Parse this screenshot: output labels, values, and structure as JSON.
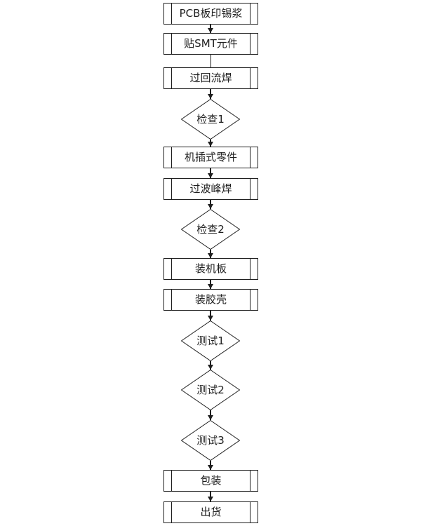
{
  "flowchart": {
    "description": "PCB assembly production process flowchart",
    "colors": {
      "stroke": "#1f1f1f",
      "fill": "#ffffff",
      "background": "#ffffff",
      "text": "#1f1f1f"
    },
    "nodes": [
      {
        "id": "n1",
        "type": "process",
        "label": "PCB板印锡浆"
      },
      {
        "id": "n2",
        "type": "process",
        "label": "贴SMT元件"
      },
      {
        "id": "n3",
        "type": "process",
        "label": "过回流焊"
      },
      {
        "id": "n4",
        "type": "decision",
        "label": "检查1"
      },
      {
        "id": "n5",
        "type": "process",
        "label": "机插式零件"
      },
      {
        "id": "n6",
        "type": "process",
        "label": "过波峰焊"
      },
      {
        "id": "n7",
        "type": "decision",
        "label": "检查2"
      },
      {
        "id": "n8",
        "type": "process",
        "label": "装机板"
      },
      {
        "id": "n9",
        "type": "process",
        "label": "装胶壳"
      },
      {
        "id": "n10",
        "type": "decision",
        "label": "测试1"
      },
      {
        "id": "n11",
        "type": "decision",
        "label": "测试2"
      },
      {
        "id": "n12",
        "type": "decision",
        "label": "测试3"
      },
      {
        "id": "n13",
        "type": "process",
        "label": "包装"
      },
      {
        "id": "n14",
        "type": "process",
        "label": "出货"
      }
    ],
    "edges": [
      {
        "from": "n1",
        "to": "n2",
        "arrowhead": true
      },
      {
        "from": "n2",
        "to": "n3",
        "arrowhead": false
      },
      {
        "from": "n3",
        "to": "n4",
        "arrowhead": true
      },
      {
        "from": "n4",
        "to": "n5",
        "arrowhead": true
      },
      {
        "from": "n5",
        "to": "n6",
        "arrowhead": true
      },
      {
        "from": "n6",
        "to": "n7",
        "arrowhead": true
      },
      {
        "from": "n7",
        "to": "n8",
        "arrowhead": true
      },
      {
        "from": "n8",
        "to": "n9",
        "arrowhead": true
      },
      {
        "from": "n9",
        "to": "n10",
        "arrowhead": true
      },
      {
        "from": "n10",
        "to": "n11",
        "arrowhead": true
      },
      {
        "from": "n11",
        "to": "n12",
        "arrowhead": true
      },
      {
        "from": "n12",
        "to": "n13",
        "arrowhead": true
      },
      {
        "from": "n13",
        "to": "n14",
        "arrowhead": true
      }
    ]
  }
}
